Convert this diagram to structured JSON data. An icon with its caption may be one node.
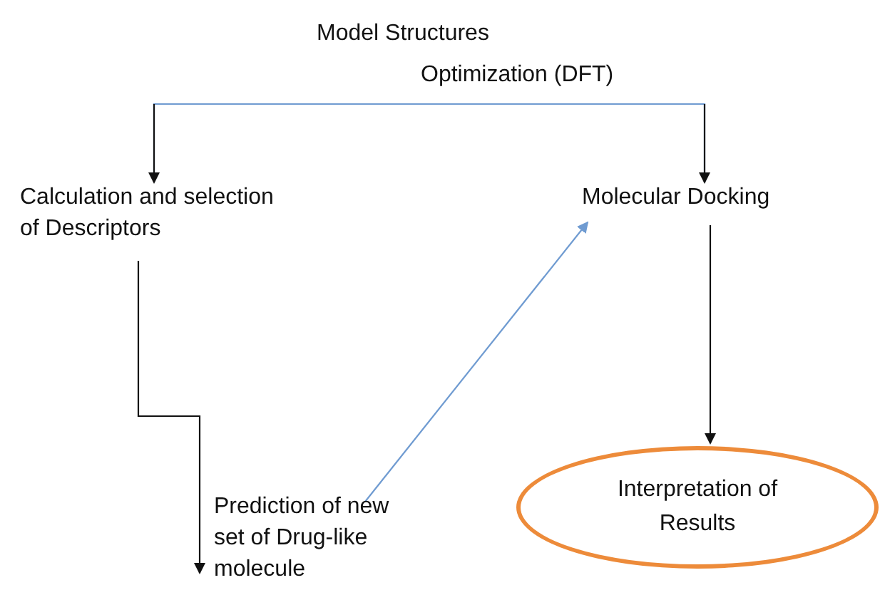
{
  "diagram": {
    "nodes": [
      {
        "text": [
          "Model Structures",
          "Optimization (DFT)"
        ]
      },
      {
        "text": [
          "Calculation and selection of Descriptors"
        ]
      },
      {
        "text": [
          "Molecular Docking"
        ]
      },
      {
        "text": [
          "Prediction of new set of Drug-like molecule"
        ]
      },
      {
        "text": [
          "Interpretation of Results"
        ]
      }
    ],
    "edges": [
      {
        "from": 0,
        "to": 1,
        "arrow": "to",
        "color": "#6f9bd1"
      },
      {
        "from": 0,
        "to": 2,
        "arrow": "to",
        "color": "#6f9bd1"
      },
      {
        "from": 1,
        "to": 3,
        "arrow": "to",
        "color": "#111111"
      },
      {
        "from": 3,
        "to": 2,
        "arrow": "to",
        "color": "#6f9bd1"
      },
      {
        "from": 2,
        "to": 4,
        "arrow": "to",
        "color": "#111111"
      }
    ]
  }
}
